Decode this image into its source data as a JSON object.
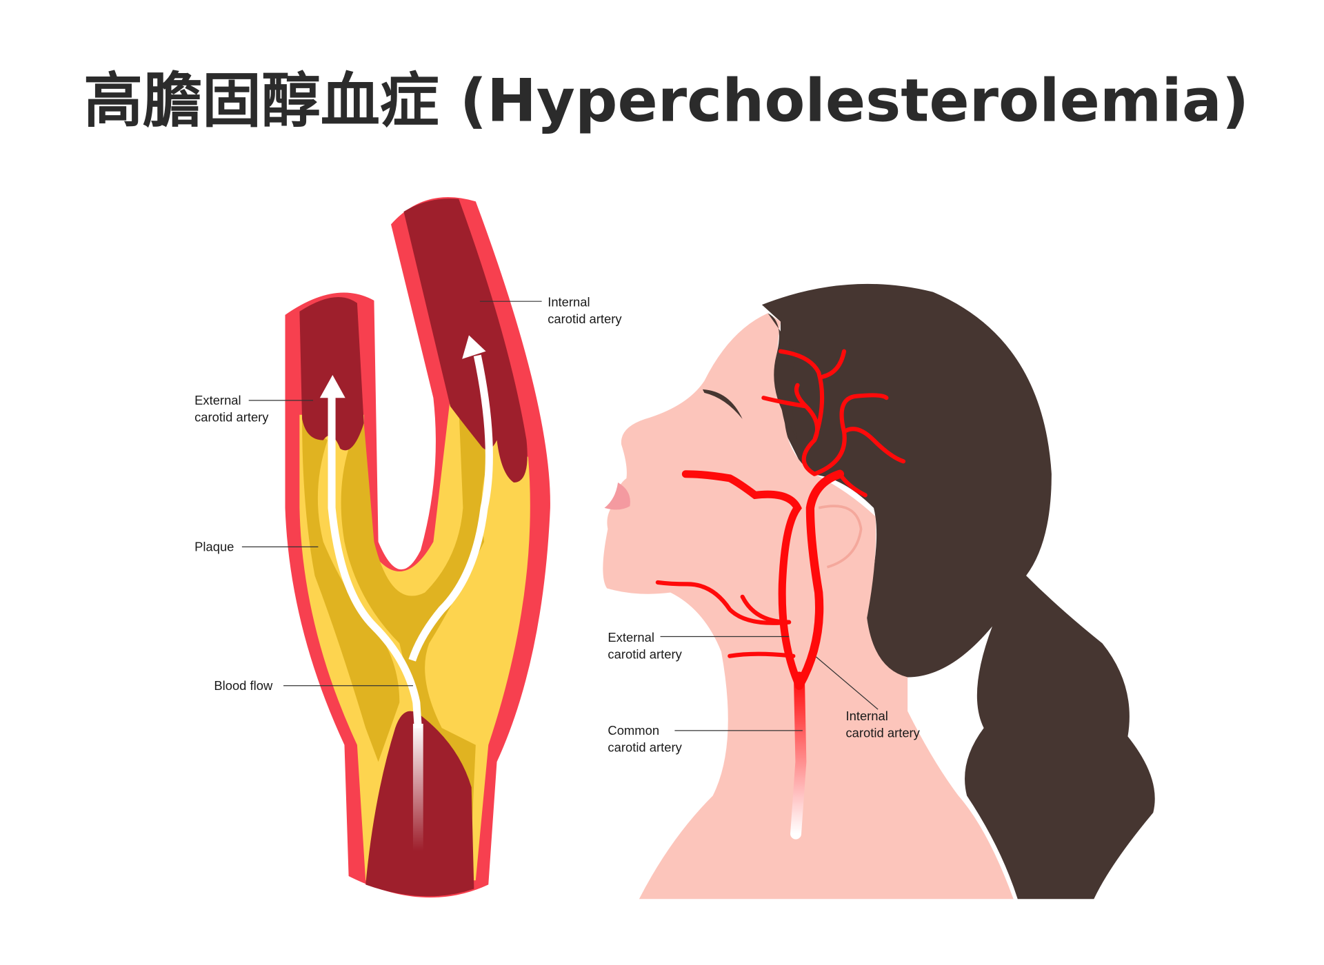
{
  "title": "高膽固醇血症 (Hypercholesterolemia)",
  "artery_diagram": {
    "labels": {
      "internal": [
        "Internal",
        "carotid artery"
      ],
      "external": [
        "External",
        "carotid artery"
      ],
      "plaque": "Plaque",
      "blood_flow": "Blood flow"
    }
  },
  "head_diagram": {
    "labels": {
      "external": [
        "External",
        "carotid artery"
      ],
      "internal": [
        "Internal",
        "carotid artery"
      ],
      "common": [
        "Common",
        "carotid artery"
      ]
    }
  },
  "colors": {
    "vessel_wall": "#f7404f",
    "blood": "#9e1f2c",
    "plaque_light": "#fdd44f",
    "plaque_dark": "#e0b321",
    "skin": "#fcc5bb",
    "hair": "#463631",
    "artery": "#ff0a0a"
  }
}
